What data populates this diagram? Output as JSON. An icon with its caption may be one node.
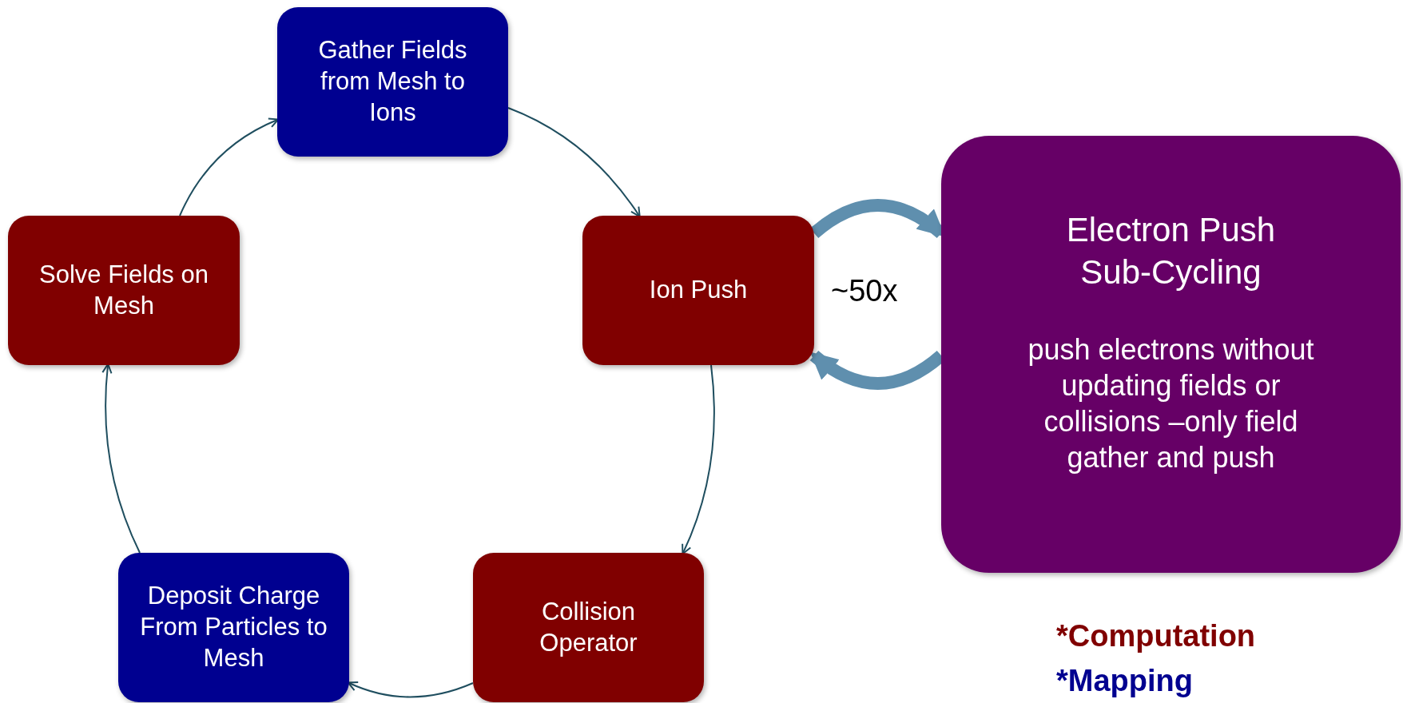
{
  "diagram": {
    "nodes": [
      {
        "text": [
          "Gather Fields from Mesh to Ions"
        ]
      },
      {
        "text": [
          "Ion Push"
        ]
      },
      {
        "text": [
          "Electron Push Sub-Cycling",
          "push electrons without updating fields or collisions –only field gather and push"
        ]
      },
      {
        "text": [
          "Collision Operator"
        ]
      },
      {
        "text": [
          "Deposit Charge From Particles to Mesh"
        ]
      },
      {
        "text": [
          "Solve Fields on Mesh"
        ]
      }
    ],
    "edges": [
      {
        "from": 0,
        "to": 1,
        "arrow": "to"
      },
      {
        "from": 1,
        "to": 3,
        "arrow": "to"
      },
      {
        "from": 3,
        "to": 4,
        "arrow": "to"
      },
      {
        "from": 4,
        "to": 5,
        "arrow": "to"
      },
      {
        "from": 5,
        "to": 0,
        "arrow": "to"
      },
      {
        "from": 1,
        "to": 2,
        "arrow": "to",
        "style": "thick",
        "color": "#5f8fae"
      },
      {
        "from": 2,
        "to": 1,
        "arrow": "to",
        "style": "thick",
        "color": "#5f8fae"
      }
    ],
    "labels": [
      "~50x"
    ],
    "legend": [
      {
        "text": "*Computation",
        "color": "#800000"
      },
      {
        "text": "*Mapping",
        "color": "#000090"
      }
    ]
  }
}
